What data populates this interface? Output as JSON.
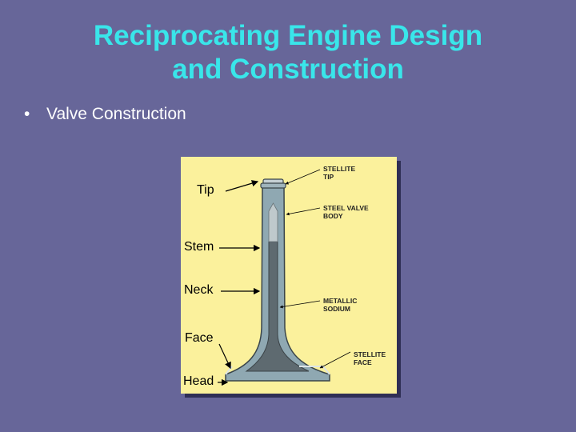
{
  "slide": {
    "title_line1": "Reciprocating Engine Design",
    "title_line2": "and Construction",
    "bullet_char": "•",
    "bullet_text": "Valve Construction"
  },
  "diagram": {
    "labels": {
      "tip": "Tip",
      "stem": "Stem",
      "neck": "Neck",
      "face": "Face",
      "head": "Head"
    },
    "callouts": {
      "stellite_tip_1": "STELLITE",
      "stellite_tip_2": "TIP",
      "steel_body_1": "STEEL VALVE",
      "steel_body_2": "BODY",
      "sodium_1": "METALLIC",
      "sodium_2": "SODIUM",
      "stellite_face_1": "STELLITE",
      "stellite_face_2": "FACE"
    },
    "colors": {
      "background": "#676699",
      "title": "#39E6EA",
      "panel": "#FBF19C",
      "valve_body": "#8FA8B2",
      "sodium": "#5E6A70"
    }
  }
}
